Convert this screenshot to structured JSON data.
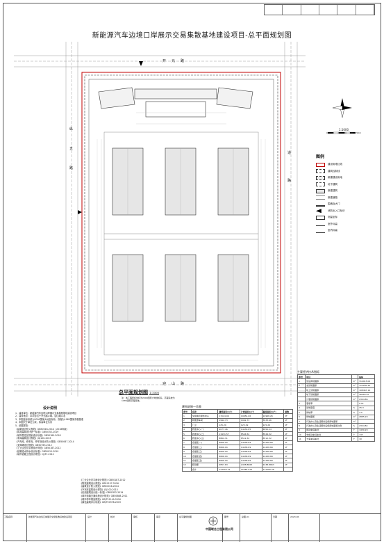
{
  "title": "新能源汽车边境口岸展示交易集散基地建设项目-总平面规划图",
  "roads": {
    "north": [
      "开",
      "元",
      "路"
    ],
    "south": [
      "迎",
      "山",
      "路"
    ],
    "west": [
      "纵",
      "五",
      "路"
    ],
    "east": [
      "道",
      "路"
    ]
  },
  "scale": {
    "ratio": "1:1000",
    "ticks": [
      "0",
      "10",
      "20",
      "30",
      "40",
      "50m"
    ]
  },
  "legend": {
    "heading": "图例",
    "items": [
      {
        "label": "建设用地红线",
        "color": "#c00000"
      },
      {
        "label": "建筑控制线",
        "color": "#333333"
      },
      {
        "label": "新建建设用地",
        "color": "#333333"
      },
      {
        "label": "地下建筑",
        "color": "#555555"
      },
      {
        "label": "新建建筑",
        "color": "#333333"
      },
      {
        "label": "新建道路",
        "color": "#888888"
      },
      {
        "label": "围墙及大门",
        "color": "#333333"
      },
      {
        "label": "消防出入口标识",
        "color": "#000000"
      },
      {
        "label": "测量坐标",
        "color": "#333333"
      },
      {
        "label": "室外标高",
        "color": "#333333"
      },
      {
        "label": "室内标高",
        "color": "#333333"
      }
    ]
  },
  "plan_title": {
    "text": "总平面规划图",
    "scale": "1:1000"
  },
  "plan_note": "注：本工程所标坐标为2000国家大地坐标系，高程系统为1985国家高程基准。",
  "building_table": {
    "caption": "建构筑物一览表",
    "header": [
      "序号",
      "名称",
      "建筑面积(m²)",
      "计容面积(m²)",
      "基底面积(m²)",
      "层数"
    ],
    "rows": [
      [
        "1",
        "交易展示服务中心",
        "11524.96",
        "19654.06",
        "10968.26",
        "5F"
      ],
      [
        "2",
        "新能源车间",
        "1992.73",
        "1992.73",
        "3933.46",
        "1F"
      ],
      [
        "3",
        "门卫",
        "125.29",
        "125.29",
        "125.29",
        "1F"
      ],
      [
        "4",
        "研发中心(一)",
        "9077.46",
        "14430.85",
        "4850.24",
        "2F"
      ],
      [
        "5",
        "研发中心(二)",
        "11931.57",
        "8544.52",
        "8544.52",
        "1F"
      ],
      [
        "6",
        "研发中心(三)",
        "8864.31",
        "8512.32",
        "8512.32",
        "1F"
      ],
      [
        "7",
        "仓储区(一)",
        "8806.16",
        "14438.89",
        "14438.89",
        "1F"
      ],
      [
        "8",
        "仓储区(二)",
        "8806.16",
        "14438.89",
        "14438.89",
        "1F"
      ],
      [
        "9",
        "仓储区(三)",
        "8806.16",
        "14438.89",
        "14438.89",
        "1F"
      ],
      [
        "10",
        "仓储区(四)",
        "8806.16",
        "14438.89",
        "14438.89",
        "1F"
      ],
      [
        "11",
        "仓储区(五)",
        "8806.16",
        "14438.89",
        "14438.89",
        "1F"
      ],
      [
        "12",
        "卸货棚",
        "9857.63",
        "2438.8663",
        "2438.8663",
        "1F"
      ]
    ],
    "total": [
      "",
      "合计",
      "123953.41",
      "150857.54",
      "112280.38",
      ""
    ]
  },
  "indicator_table": {
    "caption": "主要经济技术指标",
    "header": [
      "序号",
      "项目",
      "",
      "指标"
    ],
    "rows": [
      [
        "1",
        "建设用地面积",
        "m²",
        "314915.02"
      ],
      [
        "2",
        "总建筑面积",
        "m²",
        "112280.10"
      ],
      [
        "",
        "地上建筑面积",
        "m²",
        "108467.14"
      ],
      [
        "",
        "地下建筑面积",
        "m²",
        "46083.87"
      ],
      [
        "",
        "计容建筑面积",
        "m²",
        "2304.86"
      ],
      [
        "3",
        "容积率",
        "",
        "0.51"
      ],
      [
        "4",
        "建筑密度",
        "%",
        "35.3"
      ],
      [
        "5",
        "绿地率",
        "%",
        "3.5"
      ],
      [
        "6",
        "绿地面积",
        "m²",
        "2885.20"
      ],
      [
        "7",
        "行政办公及生活服务设施用地面积",
        "m²",
        ""
      ],
      [
        "8",
        "行政办公及生活服务设施用地面积比例",
        "%",
        "2324.84"
      ],
      [
        "9",
        "机动车停车位",
        "个",
        "1450.20"
      ],
      [
        "10",
        "非机动车停车位",
        "个",
        "137"
      ],
      [
        "11",
        "大客车停车位",
        "个",
        "10"
      ]
    ]
  },
  "design_notes": {
    "heading": "设计说明",
    "lines": [
      "1、建设单位：新能源汽车边境口岸展示交易集散基地建设项目",
      "2、建设地点：本项目位于开元路以南，迎山路以北",
      "3、本图坐标系统为2000国家大地坐标系，高程为1985国家高程基准",
      "4、本图尺寸单位为米，标高单位为米",
      "5、依据规范：",
      "《建筑设计防火规范》GB50016-2014（2018年版）",
      "《民用建筑设计统一标准》GB50352-2019",
      "《城市居住区规划设计标准》GB50180-2018",
      "《车库建筑设计规范》JGJ100-2015",
      "《汽车库、修车库、停车场设计防火规范》GB50067-2014",
      "《无障碍设计规范》GB50763-2012",
      "《工业企业总平面设计规范》GB50187-2012",
      "《建筑给水排水设计标准》GB50015-2019",
      "《城市道路工程设计规范》CJJ37-2012"
    ]
  },
  "standards": [
    "《工业企业总平面设计规范》GB50187-2012",
    "《物流建筑设计规范》GB51157-2016",
    "《建筑设计防火规范》GB50016-2014",
    "《汽车库建筑设计规范》JGJ100-2015",
    "《民用建筑设计统一标准》GB50352-2019",
    "《城市道路交通设施设计规范》GB50688-2011",
    "《城市停车规划规范》GB/T51149-2016",
    "《绿色建筑评价标准》GB/T50378-2019"
  ],
  "title_block": {
    "company": "中国联合工程有限公司",
    "cells": [
      "工程名称",
      "新能源汽车边境口岸展示交易集散基地建设项目",
      "设计",
      "校对",
      "审核",
      "审定",
      "总平面规划图",
      "图号",
      "总图-01",
      "日期",
      "2023.06"
    ]
  }
}
